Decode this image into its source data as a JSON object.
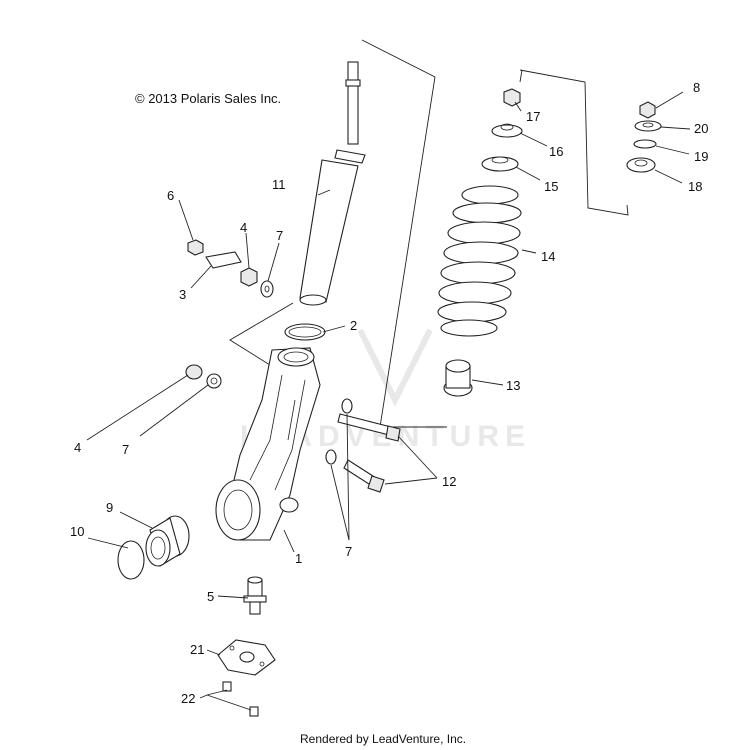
{
  "copyright": "© 2013 Polaris Sales Inc.",
  "footer": "Rendered by LeadVenture, Inc.",
  "watermark": "LEADVENTURE",
  "callouts": [
    "1",
    "2",
    "3",
    "4",
    "4",
    "5",
    "6",
    "7",
    "7",
    "7",
    "8",
    "9",
    "10",
    "11",
    "12",
    "13",
    "14",
    "15",
    "16",
    "17",
    "18",
    "19",
    "20",
    "21",
    "22"
  ]
}
